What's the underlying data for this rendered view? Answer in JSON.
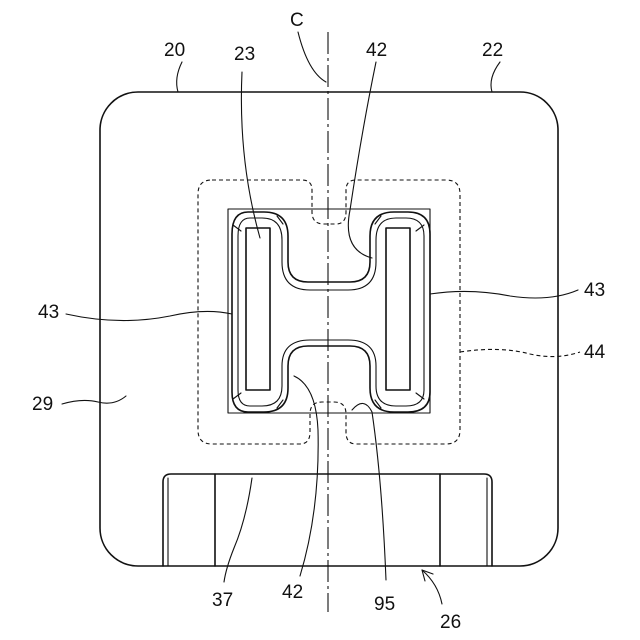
{
  "figure": {
    "labels": {
      "c": "C",
      "n20": "20",
      "n23": "23",
      "n42_top": "42",
      "n22": "22",
      "n43_left": "43",
      "n43_right": "43",
      "n44": "44",
      "n29": "29",
      "n37": "37",
      "n42_bottom": "42",
      "n95": "95",
      "n26": "26"
    }
  }
}
